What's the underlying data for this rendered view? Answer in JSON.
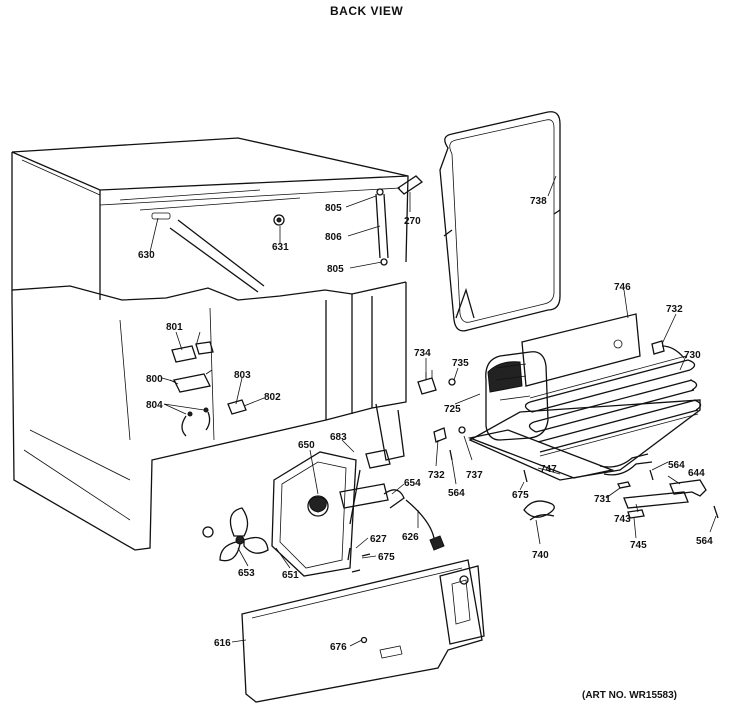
{
  "title": "BACK VIEW",
  "art_number": "(ART NO. WR15583)",
  "callouts": {
    "c630": "630",
    "c631": "631",
    "c805a": "805",
    "c806": "806",
    "c805b": "805",
    "c270": "270",
    "c738": "738",
    "c746": "746",
    "c732a": "732",
    "c730": "730",
    "c734": "734",
    "c735": "735",
    "c725": "725",
    "c801": "801",
    "c800": "800",
    "c803": "803",
    "c804": "804",
    "c802": "802",
    "c683": "683",
    "c650": "650",
    "c654": "654",
    "c732b": "732",
    "c564a": "564",
    "c737": "737",
    "c747": "747",
    "c675a": "675",
    "c731": "731",
    "c564b": "564",
    "c644": "644",
    "c743": "743",
    "c745": "745",
    "c564c": "564",
    "c740": "740",
    "c626": "626",
    "c627": "627",
    "c675b": "675",
    "c653": "653",
    "c651": "651",
    "c616": "616",
    "c676": "676"
  }
}
